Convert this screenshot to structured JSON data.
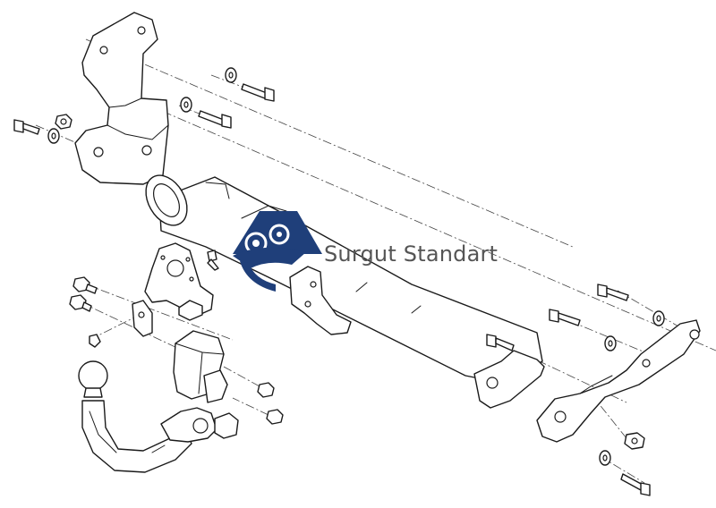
{
  "watermark": {
    "text": "Surgut Standart",
    "color": "#1f3f7a",
    "text_color": "#555555"
  },
  "parts": [
    "left-bracket",
    "tow-bar-crossmember",
    "right-bracket",
    "socket-plate",
    "ball-neck",
    "electrical-socket",
    "bolts",
    "washers",
    "nuts"
  ]
}
